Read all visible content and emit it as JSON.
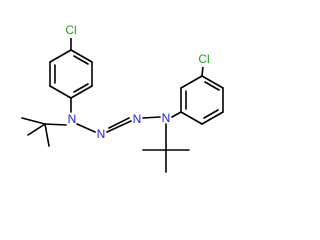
{
  "molecule": {
    "atoms": {
      "cl_top": {
        "label": "Cl",
        "color": "#1fa01f"
      },
      "cl_right": {
        "label": "Cl",
        "color": "#1fa01f"
      },
      "n1": {
        "label": "N",
        "color": "#2020ff"
      },
      "n2": {
        "label": "N",
        "color": "#2020ff"
      },
      "n3": {
        "label": "N",
        "color": "#2020ff"
      },
      "n4": {
        "label": "N",
        "color": "#2020ff"
      }
    },
    "bond_color": "#000000"
  }
}
